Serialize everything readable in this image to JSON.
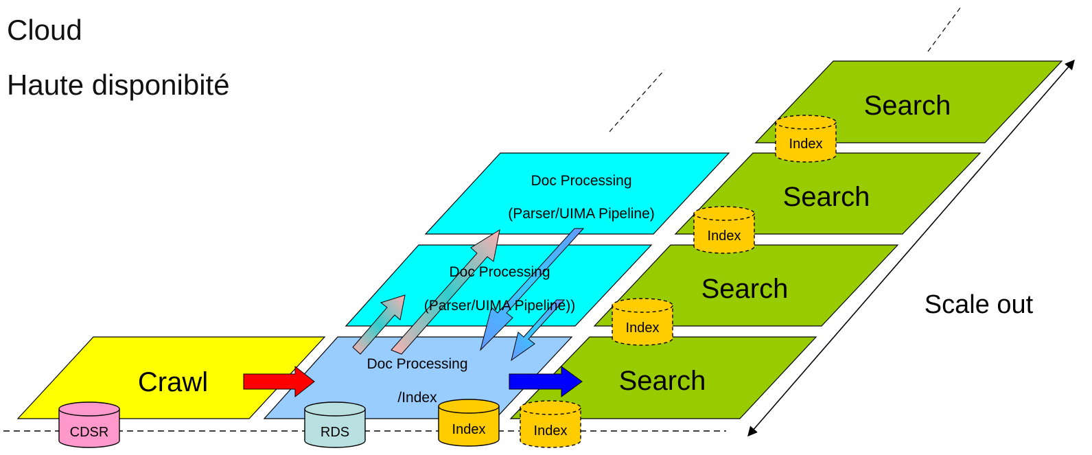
{
  "header": {
    "title": "Cloud",
    "subtitle": "Haute disponibité"
  },
  "stages": {
    "crawl": "Crawl",
    "docproc_bottom_line1": "Doc Processing",
    "docproc_bottom_line2": "/Index",
    "docproc_mid_line1": "Doc Processing",
    "docproc_mid_line2": "(Parser/UIMA Pipeline))",
    "docproc_top_line1": "Doc Processing",
    "docproc_top_line2": "(Parser/UIMA Pipeline)",
    "search": "Search"
  },
  "stores": {
    "cdsr": "CDSR",
    "rds": "RDS",
    "index": "Index"
  },
  "scale_label": "Scale out",
  "colors": {
    "crawl": "#ffff00",
    "docproc_bottom": "#99ccff",
    "docproc_upper": "#00ffff",
    "search": "#99cc00",
    "cdsr": "#ff99cc",
    "rds": "#b9e0e0",
    "index": "#ffcc00",
    "arrow_red": "#ff0000",
    "arrow_blue": "#0000ff"
  }
}
